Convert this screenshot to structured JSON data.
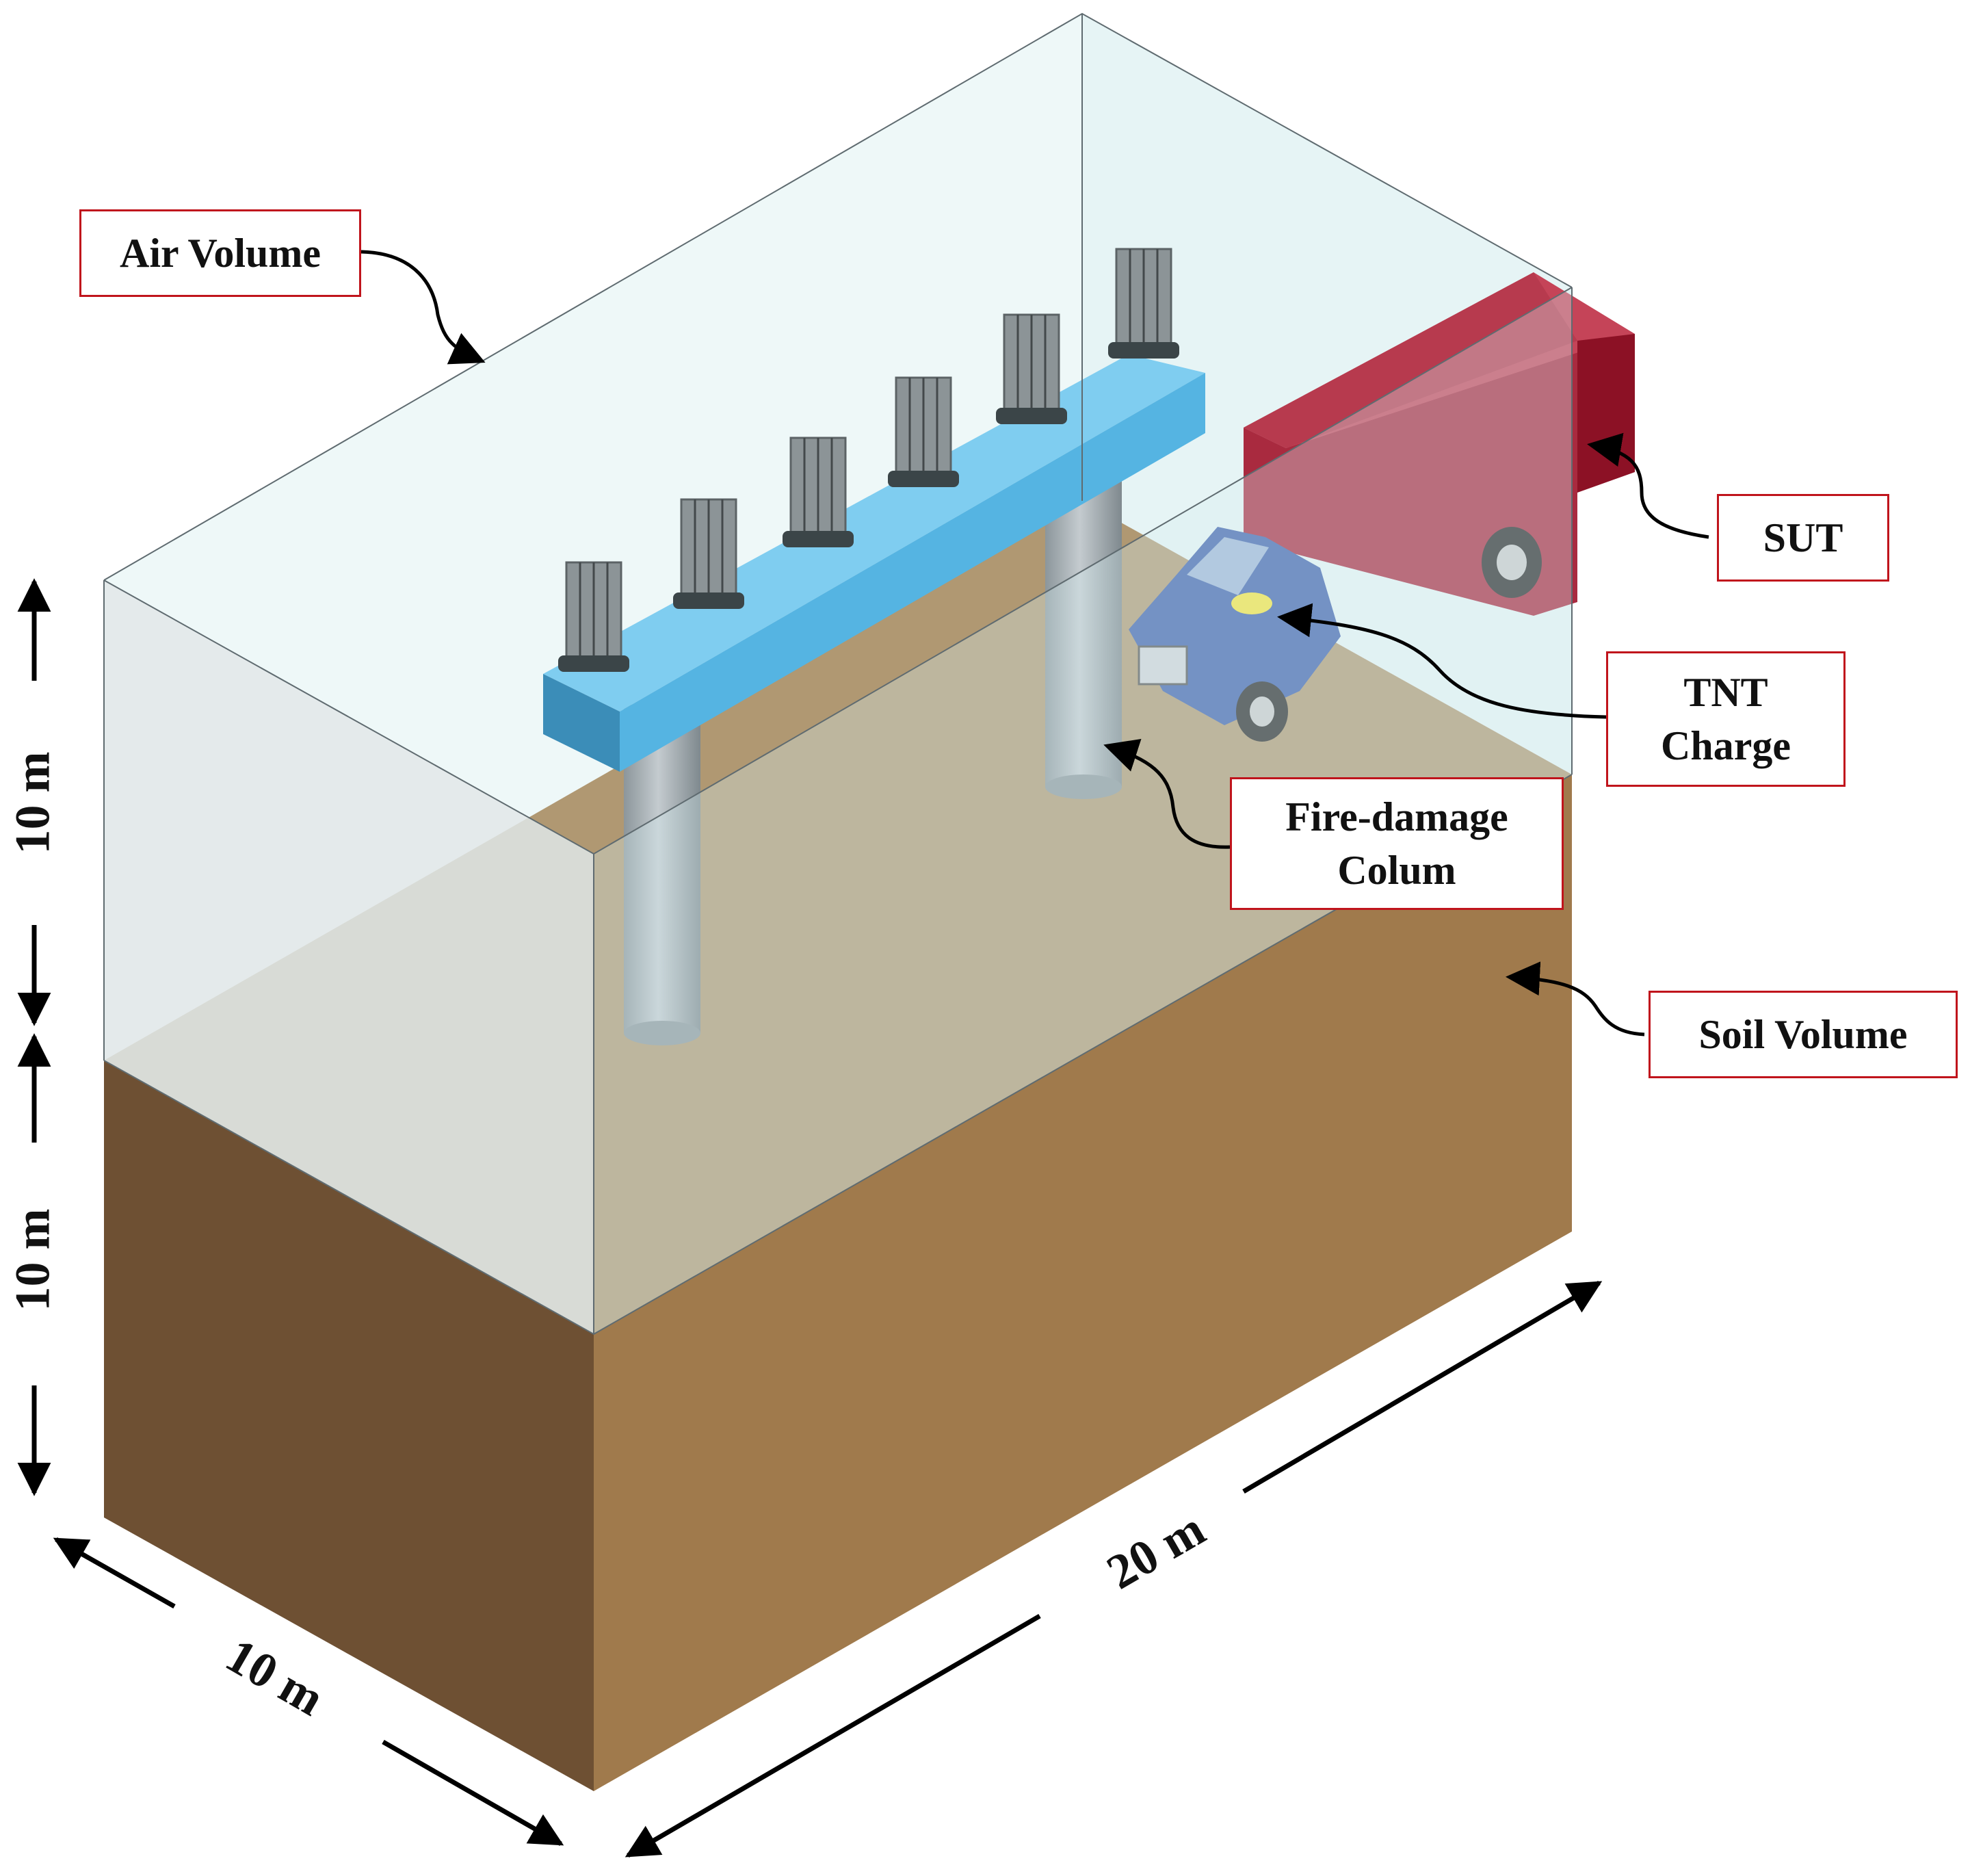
{
  "labels": {
    "air_volume": "Air Volume",
    "sut": "SUT",
    "tnt_line1": "TNT",
    "tnt_line2": "Charge",
    "fire_line1": "Fire-damage",
    "fire_line2": "Colum",
    "soil_volume": "Soil Volume"
  },
  "dimensions": {
    "air_height": "10 m",
    "soil_height": "10 m",
    "width": "10 m",
    "length": "20 m"
  },
  "colors": {
    "label_border": "#c0141c",
    "soil_top": "#b09872",
    "soil_front": "#a07a4c",
    "soil_side": "#6e5033",
    "air_glass": "#e3f5f6",
    "cap_beam": "#5ab8e8",
    "truck_cab": "#3f62ad",
    "truck_box": "#a92a3f",
    "column": "#9ea8ad"
  }
}
